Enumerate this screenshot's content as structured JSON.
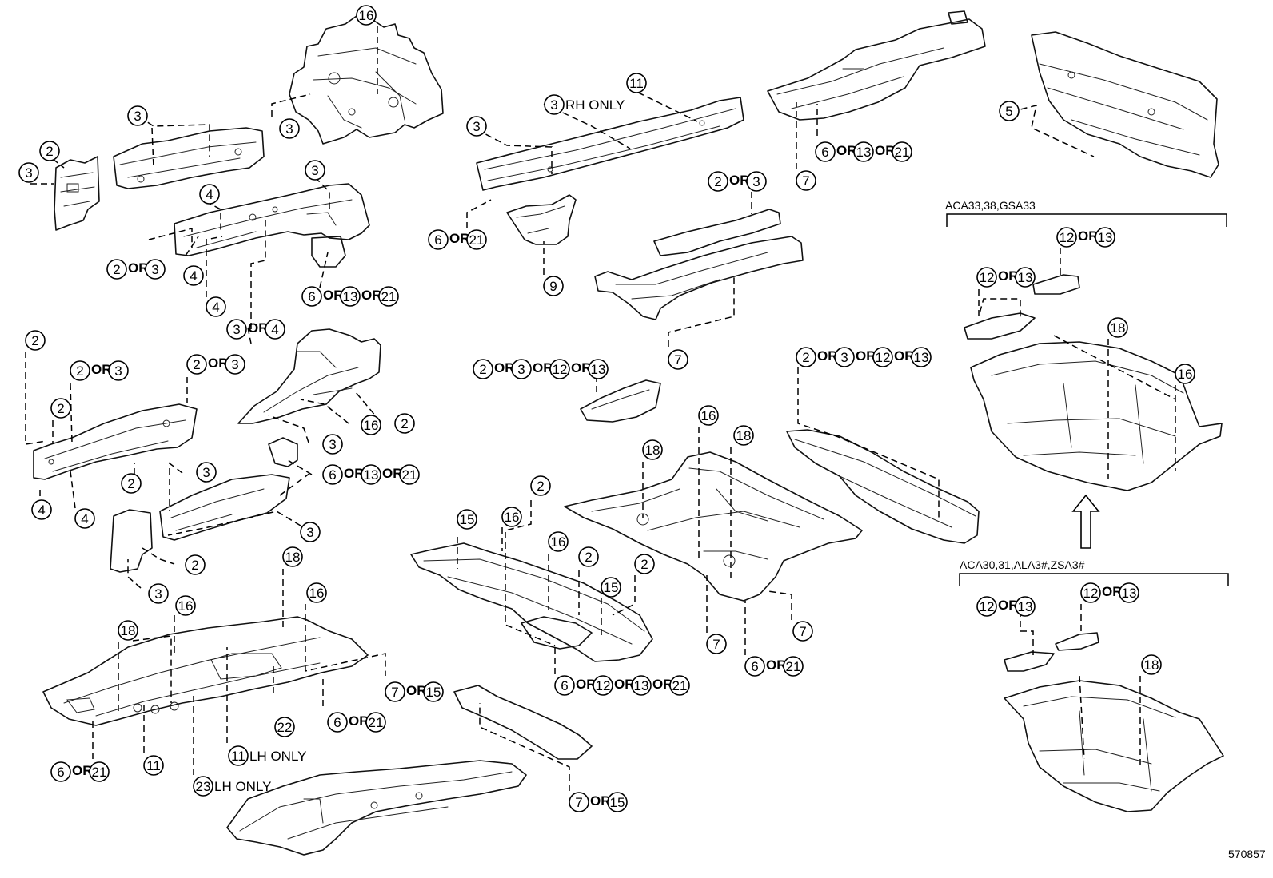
{
  "diagram_id": "570857",
  "callouts": [
    {
      "id": "c1",
      "parts": [
        "16"
      ]
    },
    {
      "id": "c2",
      "parts": [
        "3"
      ]
    },
    {
      "id": "c3",
      "parts": [
        "3"
      ]
    },
    {
      "id": "c4",
      "parts": [
        "2"
      ]
    },
    {
      "id": "c5",
      "parts": [
        "3"
      ]
    },
    {
      "id": "c6",
      "parts": [
        "4"
      ]
    },
    {
      "id": "c7",
      "parts": [
        "3"
      ]
    },
    {
      "id": "c8",
      "parts": [
        "2",
        "3"
      ]
    },
    {
      "id": "c9",
      "parts": [
        "4"
      ]
    },
    {
      "id": "c10",
      "parts": [
        "4"
      ]
    },
    {
      "id": "c11",
      "parts": [
        "3",
        "4"
      ]
    },
    {
      "id": "c12",
      "parts": [
        "6",
        "13",
        "21"
      ]
    },
    {
      "id": "c13",
      "parts": [
        "11"
      ]
    },
    {
      "id": "c14",
      "parts": [
        "3"
      ],
      "note": "RH ONLY"
    },
    {
      "id": "c15",
      "parts": [
        "3"
      ]
    },
    {
      "id": "c16",
      "parts": [
        "6",
        "21"
      ]
    },
    {
      "id": "c17",
      "parts": [
        "9"
      ]
    },
    {
      "id": "c18",
      "parts": [
        "6",
        "13",
        "21"
      ]
    },
    {
      "id": "c19",
      "parts": [
        "7"
      ]
    },
    {
      "id": "c20",
      "parts": [
        "5"
      ]
    },
    {
      "id": "c21",
      "parts": [
        "2",
        "3"
      ]
    },
    {
      "id": "c22",
      "parts": [
        "7"
      ]
    },
    {
      "id": "c23",
      "parts": [
        "2"
      ]
    },
    {
      "id": "c24",
      "parts": [
        "2",
        "3"
      ]
    },
    {
      "id": "c25",
      "parts": [
        "2",
        "3"
      ]
    },
    {
      "id": "c26",
      "parts": [
        "2"
      ]
    },
    {
      "id": "c27",
      "parts": [
        "4"
      ]
    },
    {
      "id": "c28",
      "parts": [
        "4"
      ]
    },
    {
      "id": "c29",
      "parts": [
        "2"
      ]
    },
    {
      "id": "c30",
      "parts": [
        "3"
      ]
    },
    {
      "id": "c31",
      "parts": [
        "16"
      ]
    },
    {
      "id": "c32",
      "parts": [
        "2"
      ]
    },
    {
      "id": "c33",
      "parts": [
        "3"
      ]
    },
    {
      "id": "c34",
      "parts": [
        "6",
        "13",
        "21"
      ]
    },
    {
      "id": "c35",
      "parts": [
        "3"
      ]
    },
    {
      "id": "c36",
      "parts": [
        "2"
      ]
    },
    {
      "id": "c37",
      "parts": [
        "3"
      ]
    },
    {
      "id": "c38",
      "parts": [
        "2",
        "3",
        "12",
        "13"
      ]
    },
    {
      "id": "c39",
      "parts": [
        "2",
        "3",
        "12",
        "13"
      ]
    },
    {
      "id": "c40",
      "parts": [
        "16"
      ]
    },
    {
      "id": "c41",
      "parts": [
        "18"
      ]
    },
    {
      "id": "c42",
      "parts": [
        "18"
      ]
    },
    {
      "id": "c43",
      "parts": [
        "2"
      ]
    },
    {
      "id": "c44",
      "parts": [
        "15"
      ]
    },
    {
      "id": "c45",
      "parts": [
        "16"
      ]
    },
    {
      "id": "c46",
      "parts": [
        "16"
      ]
    },
    {
      "id": "c47",
      "parts": [
        "2"
      ]
    },
    {
      "id": "c48",
      "parts": [
        "2"
      ]
    },
    {
      "id": "c49",
      "parts": [
        "15"
      ]
    },
    {
      "id": "c50",
      "parts": [
        "6",
        "12",
        "13",
        "21"
      ]
    },
    {
      "id": "c51",
      "parts": [
        "7"
      ]
    },
    {
      "id": "c52",
      "parts": [
        "6",
        "21"
      ]
    },
    {
      "id": "c53",
      "parts": [
        "7"
      ]
    },
    {
      "id": "c54",
      "parts": [
        "18"
      ]
    },
    {
      "id": "c55",
      "parts": [
        "16"
      ]
    },
    {
      "id": "c56",
      "parts": [
        "18"
      ]
    },
    {
      "id": "c57",
      "parts": [
        "16"
      ]
    },
    {
      "id": "c58",
      "parts": [
        "7",
        "15"
      ]
    },
    {
      "id": "c59",
      "parts": [
        "22"
      ]
    },
    {
      "id": "c60",
      "parts": [
        "6",
        "21"
      ]
    },
    {
      "id": "c61",
      "parts": [
        "11"
      ]
    },
    {
      "id": "c62",
      "parts": [
        "11"
      ],
      "note": "LH ONLY"
    },
    {
      "id": "c63",
      "parts": [
        "23"
      ],
      "note": "LH ONLY"
    },
    {
      "id": "c64",
      "parts": [
        "6",
        "21"
      ]
    },
    {
      "id": "c65",
      "parts": [
        "7",
        "15"
      ]
    },
    {
      "id": "c66",
      "parts": [
        "12",
        "13"
      ]
    },
    {
      "id": "c67",
      "parts": [
        "12",
        "13"
      ]
    },
    {
      "id": "c68",
      "parts": [
        "18"
      ]
    },
    {
      "id": "c69",
      "parts": [
        "16"
      ]
    },
    {
      "id": "c70",
      "parts": [
        "12",
        "13"
      ]
    },
    {
      "id": "c71",
      "parts": [
        "12",
        "13"
      ]
    },
    {
      "id": "c72",
      "parts": [
        "18"
      ]
    }
  ],
  "groups": {
    "upper": "ACA33,38,GSA33",
    "lower": "ACA30,31,ALA3#,ZSA3#"
  },
  "connector": "OR"
}
